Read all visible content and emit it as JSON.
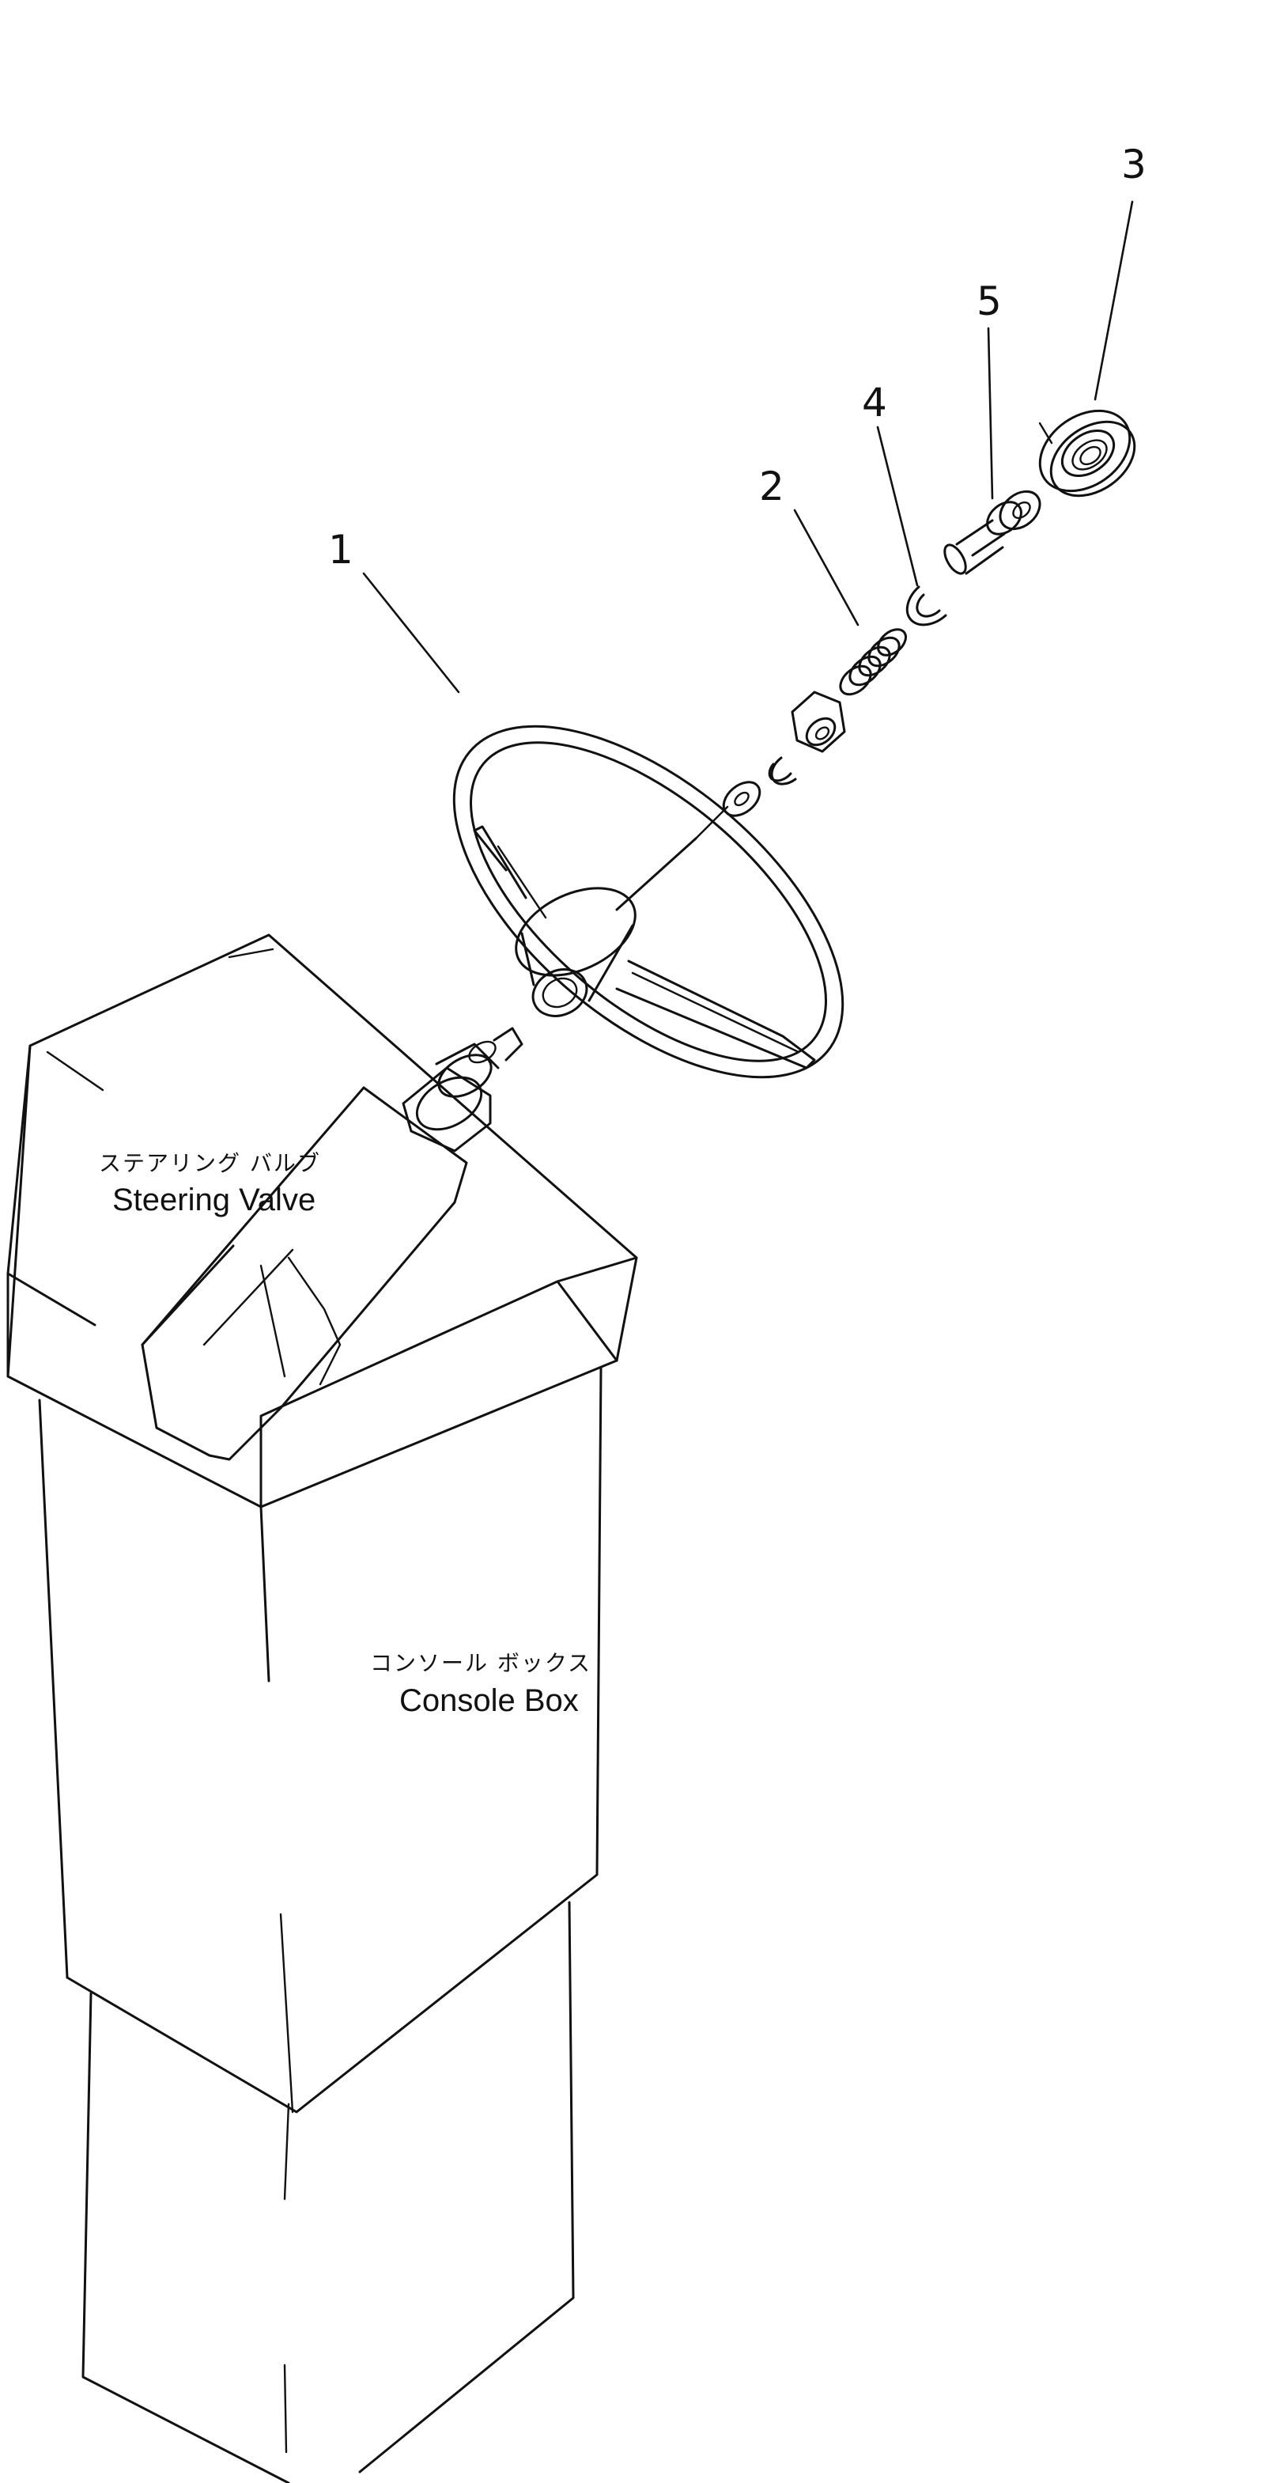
{
  "callouts": {
    "c1": "1",
    "c2": "2",
    "c3": "3",
    "c4": "4",
    "c5": "5"
  },
  "labels": {
    "steering_valve_jp": "ステアリング バルブ",
    "steering_valve_en": "Steering Valve",
    "console_box_jp": "コンソール ボックス",
    "console_box_en": "Console Box"
  }
}
